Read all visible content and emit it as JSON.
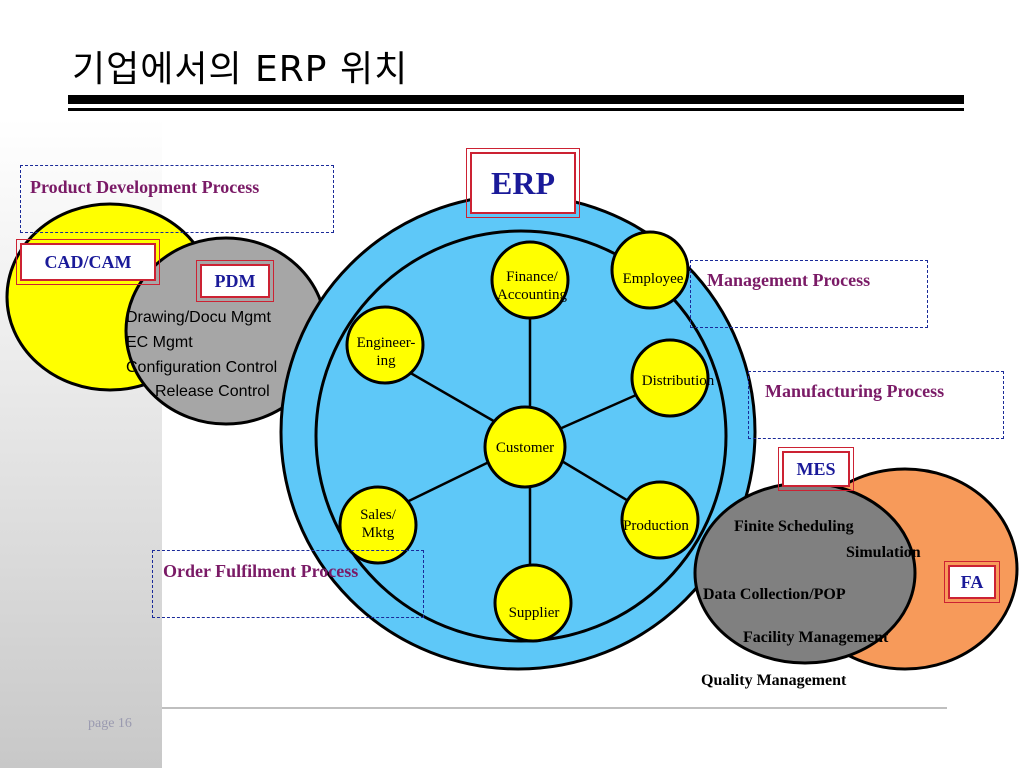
{
  "title": "기업에서의 ERP 위치",
  "erp_label": "ERP",
  "nodes": {
    "finance": "Finance/",
    "finance2": "Accounting",
    "employee": "Employee",
    "engineering": "Engineer-",
    "engineering2": "ing",
    "distribution": "Distribution",
    "customer": "Customer",
    "sales": "Sales/",
    "sales2": "Mktg",
    "production": "Production",
    "supplier": "Supplier"
  },
  "processes": {
    "product_dev": "Product Development Process",
    "management": "Management Process",
    "manufacturing": "Manufacturing Process",
    "order": "Order Fulfilment Process"
  },
  "cadcam": "CAD/CAM",
  "pdm": {
    "label": "PDM",
    "items": [
      "Drawing/Docu  Mgmt",
      "EC Mgmt",
      "Configuration Control",
      "Release Control"
    ]
  },
  "mes": {
    "label": "MES",
    "items": {
      "finite": "Finite Scheduling",
      "simulation": "Simulation",
      "data": "Data Collection/POP",
      "facility": "Facility Management",
      "quality": "Quality Management"
    }
  },
  "fa": "FA",
  "page": "page  16",
  "colors": {
    "erp_outer": "#5ec8f8",
    "node_fill": "#ffff00",
    "cad_fill": "#ffff00",
    "pdm_fill": "#a6a6a6",
    "mes_fill": "#808080",
    "fa_fill": "#f79a5a",
    "process_text": "#7a1a66",
    "box_text": "#1a1a99",
    "box_border": "#cc2233"
  }
}
